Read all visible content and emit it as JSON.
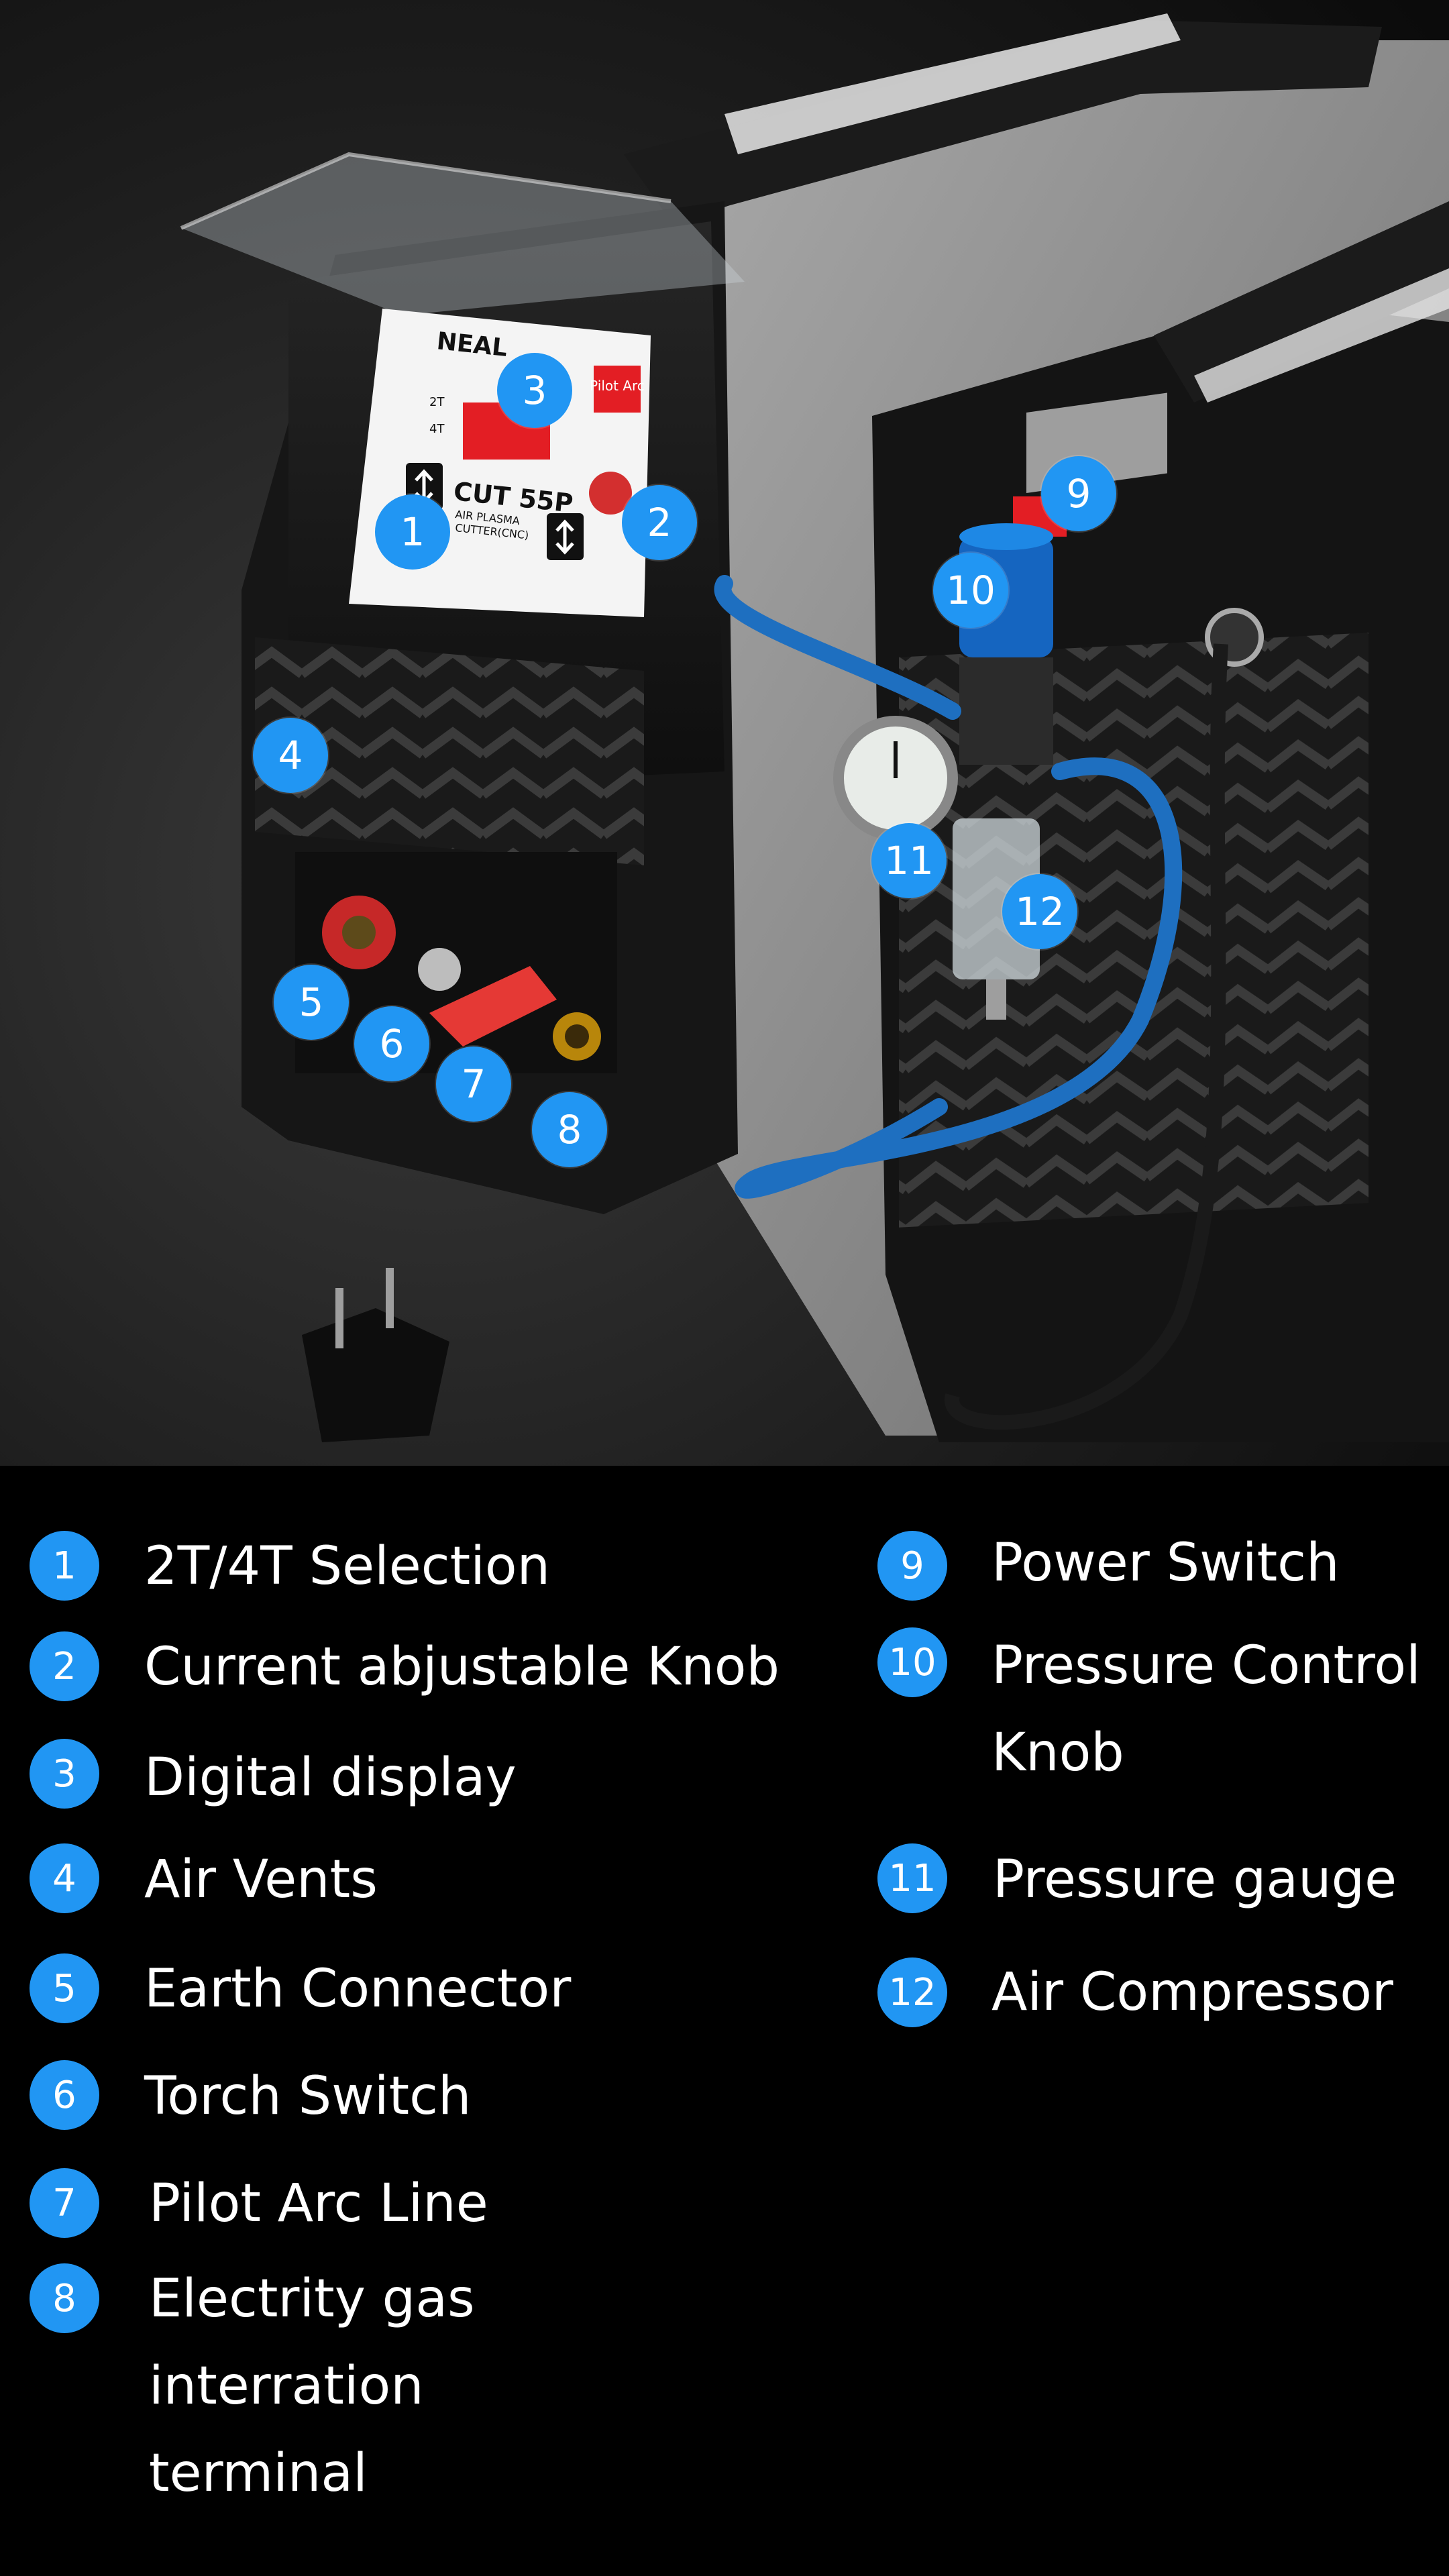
{
  "machine": {
    "brand": "NEAL",
    "model": "CUT 55P",
    "subtitle_line1": "AIR PLASMA",
    "subtitle_line2": "CUTTER(CNC)",
    "pilot_arc_label": "Pilot Arc",
    "mode_2t": "2T",
    "mode_4t": "4T"
  },
  "callouts": [
    "1",
    "2",
    "3",
    "4",
    "5",
    "6",
    "7",
    "8",
    "9",
    "10",
    "11",
    "12"
  ],
  "legend": {
    "left": [
      {
        "num": "1",
        "lines": [
          "2T/4T Selection"
        ]
      },
      {
        "num": "2",
        "lines": [
          "Current abjustable Knob"
        ]
      },
      {
        "num": "3",
        "lines": [
          "Digital display"
        ]
      },
      {
        "num": "4",
        "lines": [
          "Air Vents"
        ]
      },
      {
        "num": "5",
        "lines": [
          "Earth Connector"
        ]
      },
      {
        "num": "6",
        "lines": [
          "Torch Switch"
        ]
      },
      {
        "num": "7",
        "lines": [
          "Pilot Arc Line"
        ]
      },
      {
        "num": "8",
        "lines": [
          "Electrity gas",
          "interration",
          "terminal"
        ]
      }
    ],
    "right": [
      {
        "num": "9",
        "lines": [
          "Power Switch"
        ]
      },
      {
        "num": "10",
        "lines": [
          "Pressure Control",
          "Knob"
        ]
      },
      {
        "num": "11",
        "lines": [
          "Pressure gauge"
        ]
      },
      {
        "num": "12",
        "lines": [
          "Air Compressor"
        ]
      }
    ]
  },
  "colors": {
    "badge": "#2196F3",
    "background": "#000000",
    "hose": "#1E6FC0",
    "display_red": "#E31E24"
  }
}
